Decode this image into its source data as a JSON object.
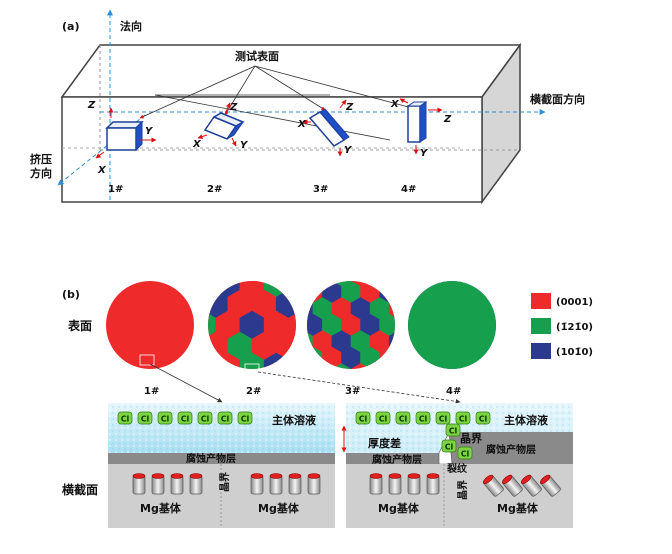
{
  "panel_a": {
    "label": "(a)",
    "normal_dir": "法向",
    "extrusion_dir_line1": "挤压",
    "extrusion_dir_line2": "方向",
    "transverse_dir": "横截面方向",
    "test_surface": "测试表面",
    "samples": [
      {
        "label": "1#",
        "axes": [
          "Z",
          "Y",
          "X"
        ]
      },
      {
        "label": "2#",
        "axes": [
          "Z",
          "X",
          "Y"
        ]
      },
      {
        "label": "3#",
        "axes": [
          "Z",
          "X",
          "Y"
        ]
      },
      {
        "label": "4#",
        "axes": [
          "X",
          "Z",
          "Y"
        ]
      }
    ]
  },
  "panel_b": {
    "label": "(b)",
    "row_surface": "表面",
    "row_cross_section": "横截面",
    "circle_labels": [
      "1#",
      "2#",
      "3#",
      "4#"
    ],
    "legend": [
      {
        "label": "(0001)",
        "color": "#ee2a2a"
      },
      {
        "label": "(1̄21̄0)",
        "color": "#16a04e"
      },
      {
        "label": "(101̄0)",
        "color": "#2b3a8f"
      }
    ],
    "left_section": {
      "solution": "主体溶液",
      "ion": "Cl",
      "product_layer": "腐蚀产物层",
      "matrix_left": "Mg基体",
      "matrix_right": "Mg基体",
      "grain_boundary": "晶界"
    },
    "right_section": {
      "solution": "主体溶液",
      "ion": "Cl",
      "thickness_diff": "厚度差",
      "product_layer_left": "腐蚀产物层",
      "product_layer_right": "腐蚀产物层",
      "grain_boundary_top": "晶界",
      "crack": "裂纹",
      "grain_boundary_bottom": "晶界",
      "matrix_left": "Mg基体",
      "matrix_right": "Mg基体"
    }
  }
}
